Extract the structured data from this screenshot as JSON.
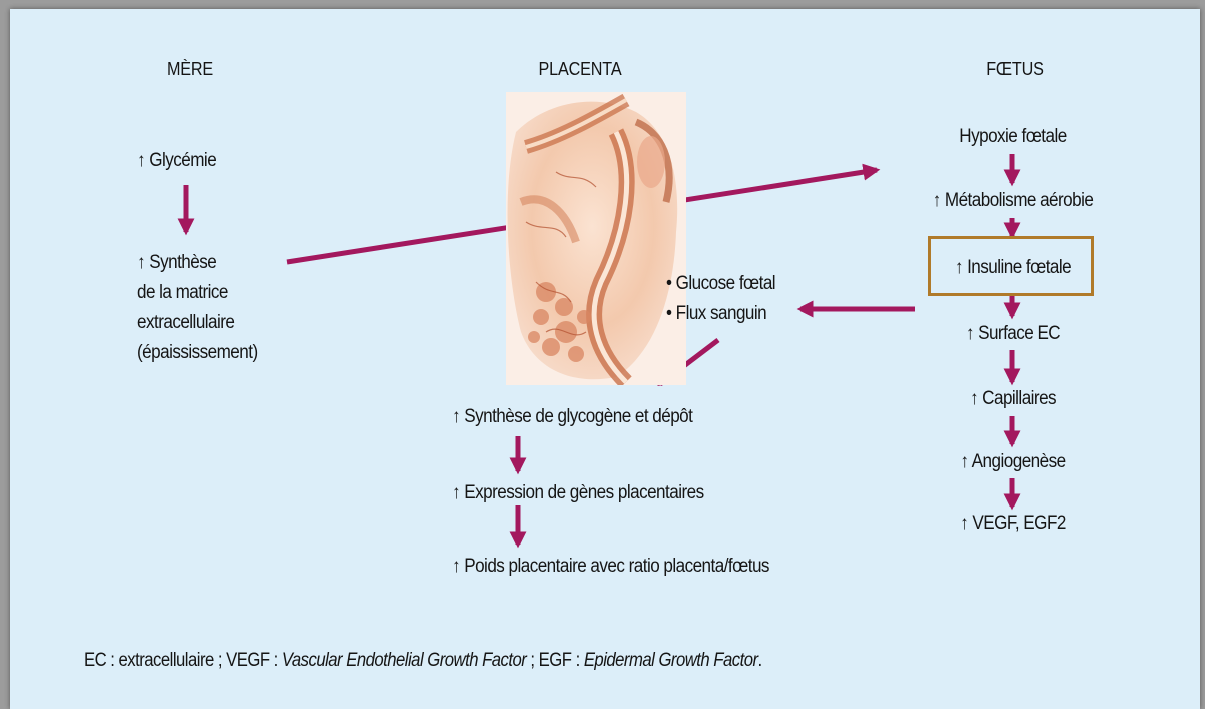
{
  "headers": {
    "mere": "MÈRE",
    "placenta": "PLACENTA",
    "foetus": "FŒTUS"
  },
  "mere": {
    "glycemie": "↑ Glycémie",
    "synthese": "↑ Synthèse\nde la matrice\nextracellulaire\n(épaississement)"
  },
  "placenta": {
    "glucose": "• Glucose fœtal",
    "flux": "• Flux sanguin",
    "steps": [
      "↑ Synthèse de glycogène et dépôt",
      "↑ Expression de gènes placentaires",
      "↑ Poids placentaire avec ratio placenta/fœtus"
    ]
  },
  "foetus": {
    "steps": [
      "Hypoxie fœtale",
      "↑ Métabolisme aérobie",
      "↑ Insuline fœtale",
      "↑ Surface EC",
      "↑ Capillaires",
      "↑ Angiogenèse",
      "↑ VEGF, EGF2"
    ]
  },
  "footnote": {
    "ec": "EC : extracellulaire ; VEGF : ",
    "vegf_term": "Vascular Endothelial Growth Factor",
    "mid": " ; EGF : ",
    "egf_term": "Epidermal Growth Factor",
    "end": "."
  },
  "colors": {
    "arrow": "#a3185e",
    "highlight_border": "#b07a2a",
    "background": "#dceef9"
  }
}
